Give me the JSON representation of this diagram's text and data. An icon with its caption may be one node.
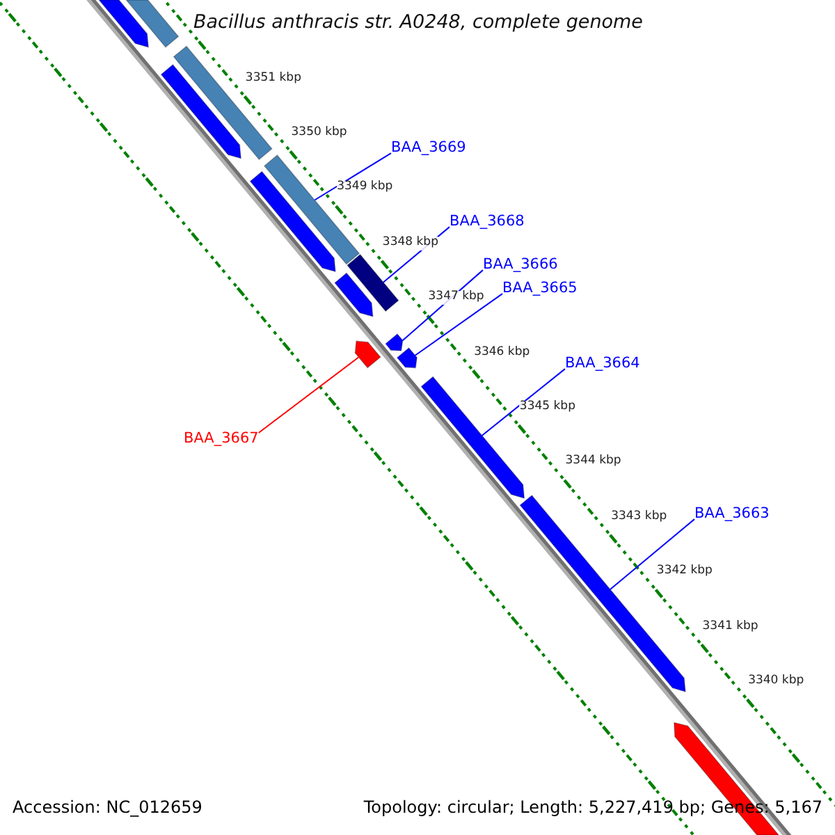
{
  "diagram": {
    "title": "Bacillus anthracis str. A0248, complete genome",
    "nodes": [
      {
        "text": [
          "BAA_3669"
        ]
      },
      {
        "text": [
          "BAA_3668"
        ]
      },
      {
        "text": [
          "BAA_3666"
        ]
      },
      {
        "text": [
          "BAA_3665"
        ]
      },
      {
        "text": [
          "BAA_3664"
        ]
      },
      {
        "text": [
          "BAA_3667"
        ]
      },
      {
        "text": [
          "BAA_3663"
        ]
      },
      {
        "text": [],
        "shape": "bar"
      },
      {
        "text": [],
        "shape": "bar"
      },
      {
        "text": [],
        "shape": "bar"
      },
      {
        "text": [],
        "shape": "bar"
      },
      {
        "text": [],
        "shape": "bar"
      },
      {
        "text": [],
        "shape": "bar"
      },
      {
        "text": [],
        "shape": "bar"
      },
      {
        "text": [],
        "shape": "bar"
      },
      {
        "text": [],
        "shape": "bar"
      },
      {
        "text": [],
        "shape": "bar"
      },
      {
        "text": [],
        "shape": "bar"
      },
      {
        "text": [],
        "shape": "bar"
      },
      {
        "text": [],
        "shape": "bar"
      },
      {
        "text": [],
        "shape": "bar"
      }
    ],
    "edges": [
      {
        "from": 0,
        "to": 11,
        "arrow": "none"
      },
      {
        "from": 1,
        "to": 13,
        "arrow": "none"
      },
      {
        "from": 2,
        "to": 15,
        "arrow": "none"
      },
      {
        "from": 3,
        "to": 17,
        "arrow": "none"
      },
      {
        "from": 4,
        "to": 18,
        "arrow": "none"
      },
      {
        "from": 5,
        "to": 16,
        "arrow": "none",
        "color": "#ff0000"
      },
      {
        "from": 6,
        "to": 19,
        "arrow": "none"
      }
    ],
    "labels": [
      "3351 kbp",
      "3350 kbp",
      "3349 kbp",
      "3348 kbp",
      "3347 kbp",
      "3346 kbp",
      "3345 kbp",
      "3344 kbp",
      "3343 kbp",
      "3342 kbp",
      "3341 kbp",
      "3340 kbp",
      "Accession: NC_012659",
      "Topology: circular; Length: 5,227,419 bp; Genes: 5,167"
    ]
  }
}
